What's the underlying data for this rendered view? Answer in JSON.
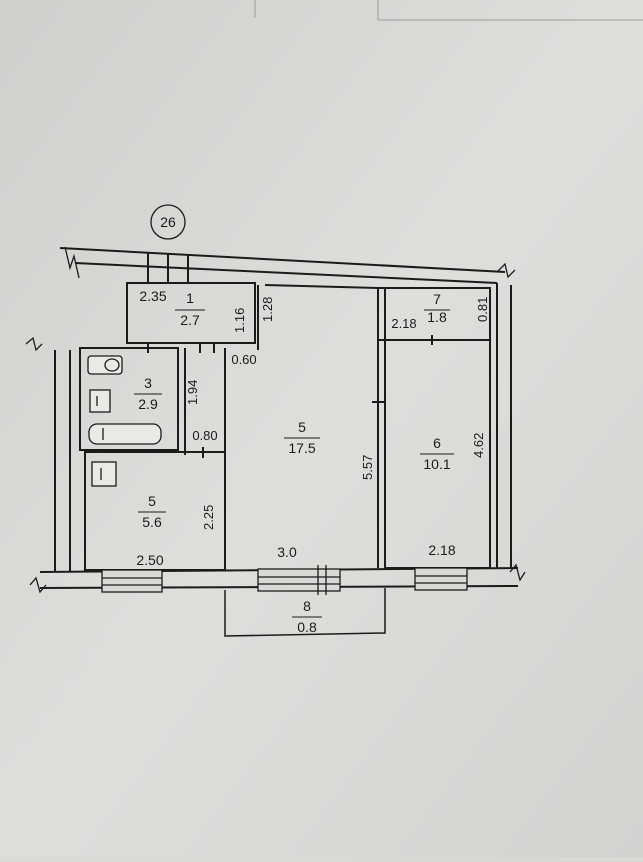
{
  "building_number": "26",
  "rooms": [
    {
      "id": "1",
      "area": "2.7"
    },
    {
      "id": "3",
      "area": "2.9"
    },
    {
      "id": "5",
      "area": "17.5"
    },
    {
      "id": "5",
      "area": "5.6"
    },
    {
      "id": "6",
      "area": "10.1"
    },
    {
      "id": "7",
      "area": "1.8"
    },
    {
      "id": "8",
      "area": "0.8"
    }
  ],
  "dimensions": {
    "d_2_35": "2.35",
    "d_1_16": "1.16",
    "d_1_28": "1.28",
    "d_0_60": "0.60",
    "d_1_94": "1.94",
    "d_0_80": "0.80",
    "d_2_25": "2.25",
    "d_2_50": "2.50",
    "d_3_0": "3.0",
    "d_5_57": "5.57",
    "d_2_18_top": "2.18",
    "d_0_81": "0.81",
    "d_4_62": "4.62",
    "d_2_18_bottom": "2.18"
  },
  "colors": {
    "paper": "#d9d9d6",
    "ink": "#1b1b1b",
    "fixture_fill": "#e9e9e6"
  }
}
